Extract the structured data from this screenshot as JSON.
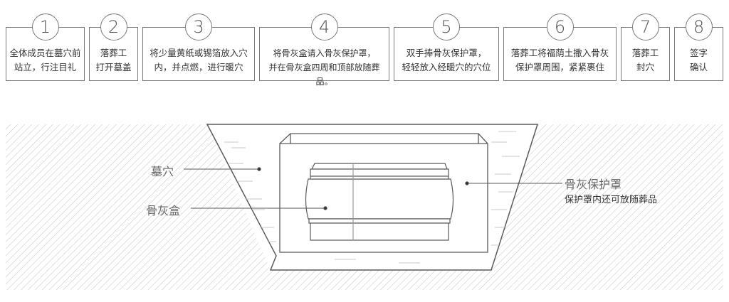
{
  "steps": [
    {
      "number": "1",
      "text": "全体成员在墓穴前\n站立，行注目礼"
    },
    {
      "number": "2",
      "text": "落葬工\n打开墓盖"
    },
    {
      "number": "3",
      "text": "将少量黄纸或锡箔放入穴\n内，并点燃，进行暖穴"
    },
    {
      "number": "4",
      "text": "将骨灰盒请入骨灰保护罩，\n并在骨灰盒四周和顶部放随葬品。"
    },
    {
      "number": "5",
      "text": "双手捧骨灰保护罩，\n轻轻放入经暖穴的穴位"
    },
    {
      "number": "6",
      "text": "落葬工将福荫土撒入骨灰\n保护罩周围，紧紧裹住"
    },
    {
      "number": "7",
      "text": "落葬工\n封穴"
    },
    {
      "number": "8",
      "text": "签字\n确认"
    }
  ],
  "diagram": {
    "labels": {
      "tomb": "墓穴",
      "urn": "骨灰盒",
      "cover": "骨灰保护罩",
      "cover_note": "保护罩内还可放随葬品"
    },
    "colors": {
      "line": "#5a5a5a",
      "hatch": "#b8b8b8",
      "border": "#7a7a7a"
    }
  }
}
